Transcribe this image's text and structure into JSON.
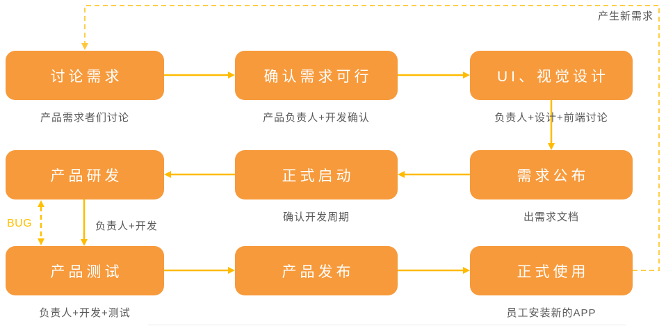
{
  "diagram": {
    "nodes": [
      {
        "id": "discuss",
        "label": "讨论需求",
        "sublabel": "产品需求者们讨论"
      },
      {
        "id": "confirm",
        "label": "确认需求可行",
        "sublabel": "产品负责人+开发确认"
      },
      {
        "id": "ui-design",
        "label": "UI、视觉设计",
        "sublabel": "负责人+设计+前端讨论"
      },
      {
        "id": "develop",
        "label": "产品研发",
        "sublabel": ""
      },
      {
        "id": "launch",
        "label": "正式启动",
        "sublabel": "确认开发周期"
      },
      {
        "id": "publish-req",
        "label": "需求公布",
        "sublabel": "出需求文档"
      },
      {
        "id": "test",
        "label": "产品测试",
        "sublabel": "负责人+开发+测试"
      },
      {
        "id": "release",
        "label": "产品发布",
        "sublabel": ""
      },
      {
        "id": "use",
        "label": "正式使用",
        "sublabel": "员工安装新的APP"
      }
    ],
    "annotations": {
      "feedback": "产生新需求",
      "bug": "BUG",
      "dev_handoff": "负责人+开发"
    },
    "edges": [
      {
        "from": "discuss",
        "to": "confirm",
        "style": "solid"
      },
      {
        "from": "confirm",
        "to": "ui-design",
        "style": "solid"
      },
      {
        "from": "ui-design",
        "to": "publish-req",
        "style": "solid"
      },
      {
        "from": "publish-req",
        "to": "launch",
        "style": "solid"
      },
      {
        "from": "launch",
        "to": "develop",
        "style": "solid"
      },
      {
        "from": "develop",
        "to": "test",
        "style": "solid",
        "label": "负责人+开发"
      },
      {
        "from": "develop",
        "to": "test",
        "style": "dashed-double",
        "label": "BUG"
      },
      {
        "from": "test",
        "to": "release",
        "style": "solid"
      },
      {
        "from": "release",
        "to": "use",
        "style": "solid"
      },
      {
        "from": "use",
        "to": "discuss",
        "style": "dashed",
        "label": "产生新需求"
      }
    ],
    "colors": {
      "node_fill": "#F79A3B",
      "node_text": "#FFFFFF",
      "sublabel_text": "#595959",
      "solid_arrow": "#FFBB00",
      "bug_dashed_arrow": "#FFC000",
      "feedback_dashed_arrow": "#FFCE45"
    }
  }
}
